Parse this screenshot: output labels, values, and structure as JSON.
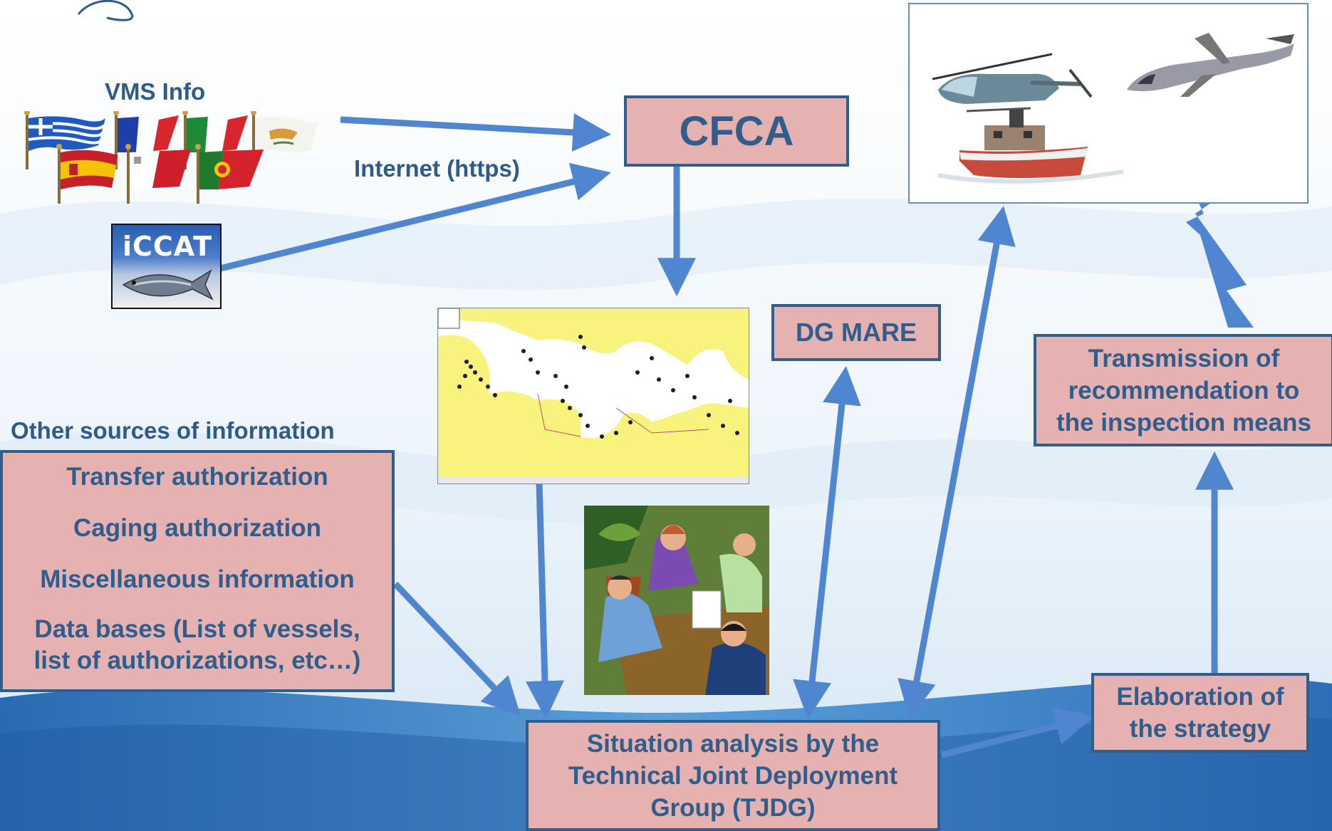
{
  "labels": {
    "vms_info": "VMS Info",
    "internet": "Internet (https)",
    "other_sources": "Other sources of information"
  },
  "boxes": {
    "cfca": "CFCA",
    "dg_mare": "DG MARE",
    "transmission": [
      "Transmission of",
      "recommendation to",
      "the inspection means"
    ],
    "elaboration": [
      "Elaboration of",
      "the strategy"
    ],
    "situation": [
      "Situation analysis by the",
      "Technical Joint Deployment",
      "Group (TJDG)"
    ],
    "sources": {
      "items": [
        "Transfer authorization",
        "Caging authorization",
        "Miscellaneous information"
      ],
      "databases": [
        "Data bases (List of vessels,",
        "list of authorizations, etc…)"
      ]
    }
  },
  "logo": {
    "text": "iCCAT"
  },
  "colors": {
    "arrow": "#4f86cf",
    "box_fill": "#e6b1b1",
    "box_border": "#2f5d8c",
    "text": "#2f5d8c",
    "map_sea": "#ffffff",
    "map_land": "#f6f27a"
  },
  "flags": [
    "greece",
    "france",
    "italy",
    "cyprus",
    "spain",
    "malta",
    "portugal"
  ],
  "icons": [
    "helicopter-icon",
    "airplane-icon",
    "patrol-boat-icon",
    "mediterranean-map",
    "meeting-clipart"
  ]
}
